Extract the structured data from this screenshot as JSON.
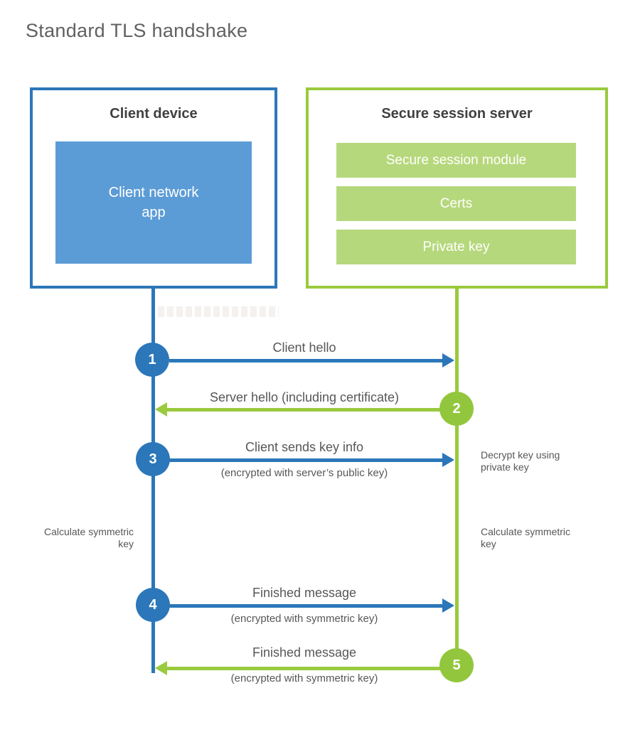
{
  "title": "Standard TLS handshake",
  "colors": {
    "blue": "#2b77b9",
    "blue_fill": "#5c9cd6",
    "green": "#9aca3e",
    "green_circle": "#92c73d",
    "green_fill": "#b6d87c",
    "text": "#575757",
    "heading": "#404040"
  },
  "client": {
    "title": "Client device",
    "app_lines": [
      "Client network",
      "app"
    ]
  },
  "server": {
    "title": "Secure session server",
    "modules": [
      "Secure session module",
      "Certs",
      "Private key"
    ]
  },
  "steps": [
    {
      "num": "1",
      "label": "Client hello",
      "sub": "",
      "direction": "client-to-server"
    },
    {
      "num": "2",
      "label": "Server hello (including certificate)",
      "sub": "",
      "direction": "server-to-client"
    },
    {
      "num": "3",
      "label": "Client sends key info",
      "sub": "(encrypted with server’s public key)",
      "direction": "client-to-server"
    },
    {
      "num": "4",
      "label": "Finished message",
      "sub": "(encrypted with symmetric key)",
      "direction": "client-to-server"
    },
    {
      "num": "5",
      "label": "Finished message",
      "sub": "(encrypted with symmetric key)",
      "direction": "server-to-client"
    }
  ],
  "annotations": {
    "decrypt": "Decrypt key using private key",
    "calc_left": "Calculate symmetric key",
    "calc_right": "Calculate symmetric key"
  }
}
